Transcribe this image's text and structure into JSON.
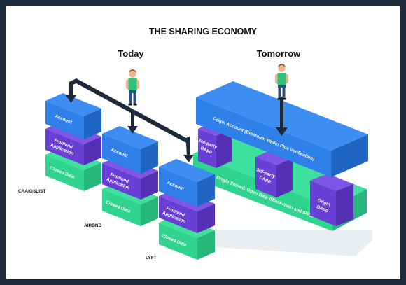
{
  "title": "THE SHARING ECONOMY",
  "today": {
    "heading": "Today",
    "stacks": [
      {
        "platform": "CRAIGSLIST",
        "account": "Account",
        "frontend": [
          "Frontend",
          "Application"
        ],
        "data": "Closed Data"
      },
      {
        "platform": "AIRBNB",
        "account": "Account",
        "frontend": [
          "Frontend",
          "Application"
        ],
        "data": "Closed Data"
      },
      {
        "platform": "LYFT",
        "account": "Account",
        "frontend": [
          "Frontend",
          "Application"
        ],
        "data": "Closed Data"
      }
    ]
  },
  "tomorrow": {
    "heading": "Tomorrow",
    "origin_account": "Origin Account (Ethereum Wallet Plus Verification)",
    "origin_data": "Origin Shared, Open Data (Blockchain and IPFS)",
    "dapps": [
      [
        "3rd-party",
        "DApp"
      ],
      [
        "3rd-party",
        "DApp"
      ],
      [
        "Origin",
        "DApp"
      ]
    ]
  },
  "colors": {
    "page_background": "#1c2b3a",
    "account_blue": "#2f80e8",
    "frontend_purple": "#6a3fd6",
    "data_green": "#2fd48f",
    "arrow": "#1d2a3a",
    "person_shirt": "#2ec27e"
  }
}
